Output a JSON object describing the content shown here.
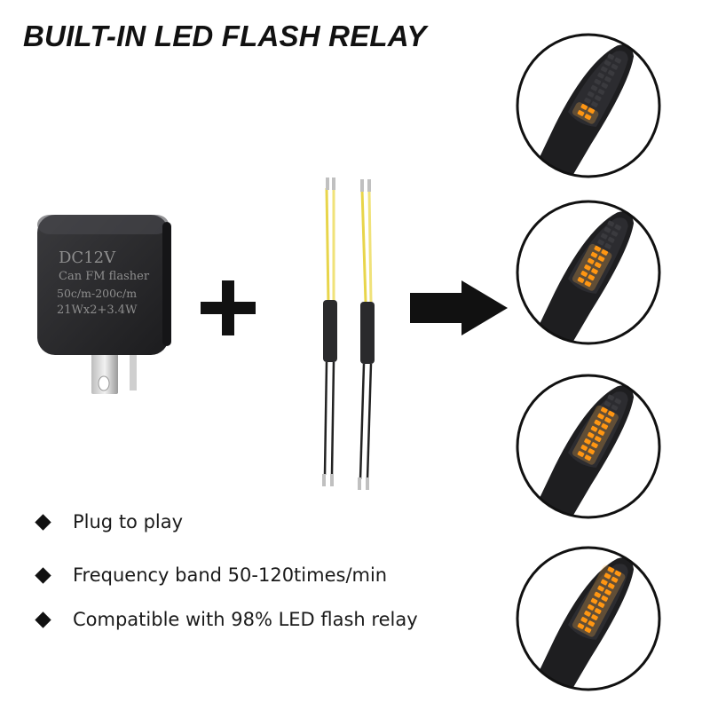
{
  "title": "BUILT-IN LED FLASH RELAY",
  "relay": {
    "voltage": "DC12V",
    "name": "Can FM flasher",
    "rate": "50c/m-200c/m",
    "load": "21Wx2+3.4W"
  },
  "features": [
    {
      "text": "Plug to play"
    },
    {
      "text": "Frequency band 50-120times/min"
    },
    {
      "text": "Compatible with 98% LED flash relay"
    }
  ],
  "lamps": [
    {
      "lit_segments": 2
    },
    {
      "lit_segments": 6
    },
    {
      "lit_segments": 8
    },
    {
      "lit_segments": 10
    }
  ],
  "colors": {
    "amber": "#ff8c00",
    "amber_glow": "#ffb347",
    "relay_body": "#2b2b2d",
    "lamp_body": "#1e1e20",
    "wire": "#e8d54a"
  },
  "icons": [
    "plus-icon",
    "right-arrow-icon",
    "diamond-bullet-icon"
  ]
}
